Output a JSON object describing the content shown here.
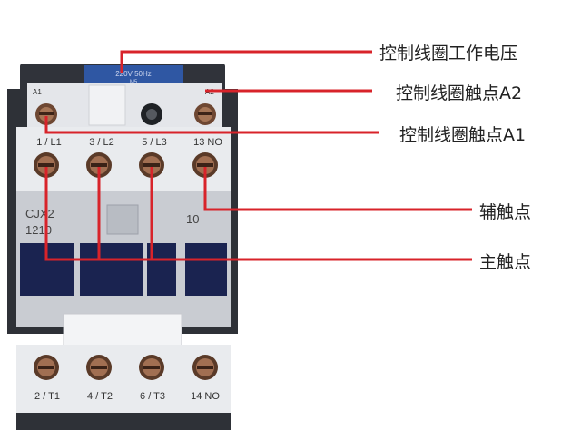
{
  "product": {
    "voltage_plate": "220V 50Hz",
    "voltage_plate_sub": "M5",
    "model_line1": "CJX2",
    "model_line2": "1210",
    "aux_number": "10",
    "coil_corner_left": "A1",
    "coil_corner_right": "A2",
    "top_terminals": [
      "1 / L1",
      "3 / L2",
      "5 / L3",
      "13 NO"
    ],
    "bottom_terminals": [
      "2 / T1",
      "4 / T2",
      "6 / T3",
      "14 NO"
    ]
  },
  "annotations": [
    "控制线圈工作电压",
    "控制线圈触点A2",
    "控制线圈触点A1",
    "辅触点",
    "主触点"
  ],
  "colors": {
    "leader_line": "#d8232a",
    "body_white": "#e9ebee",
    "body_gray": "#c9ccd2",
    "dark_panel": "#2a2d33",
    "navy_window": "#1a2350",
    "label_blue": "#2f57a3",
    "screw_brass": "#8a5a3c"
  }
}
